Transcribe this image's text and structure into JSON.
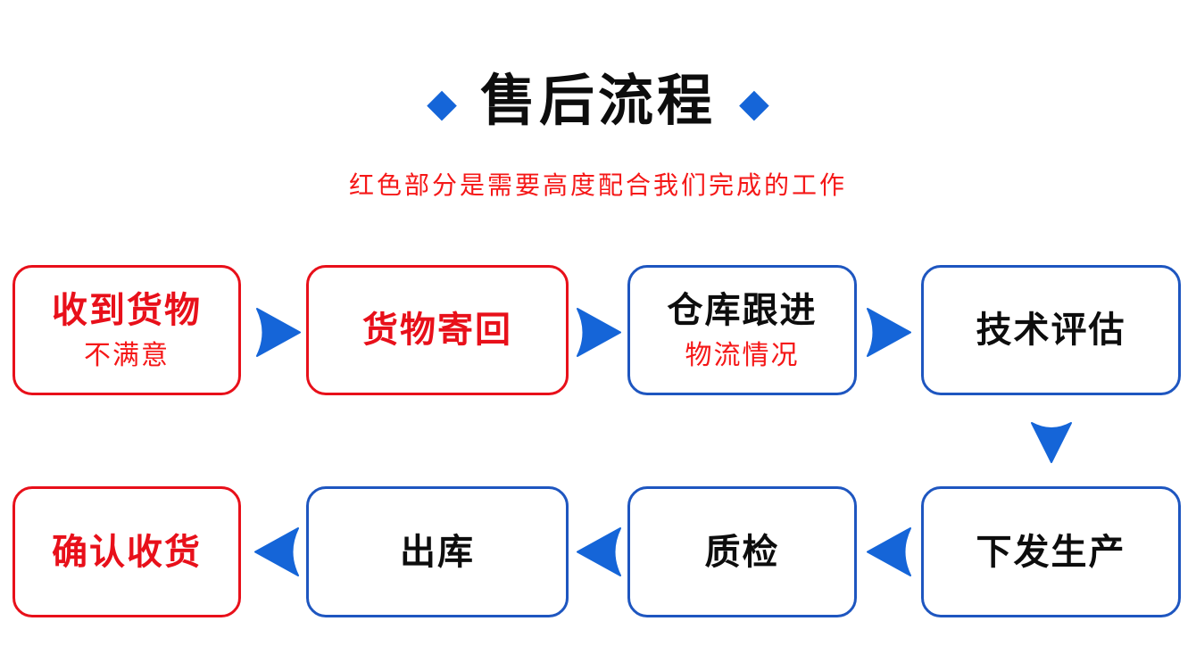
{
  "header": {
    "title": "售后流程",
    "subtitle": "红色部分是需要高度配合我们完成的工作",
    "diamond_icon": "◆"
  },
  "colors": {
    "arrow_blue": "#1565d8",
    "box_border_blue": "#1e56c0",
    "red": "#e8101a",
    "subtitle_red": "#f51717",
    "text_black": "#0d0d0d"
  },
  "legend_note": "red boxes = steps requiring customer cooperation",
  "flow": {
    "step_receive": {
      "title": "收到货物",
      "subtitle": "不满意"
    },
    "step_return": {
      "title": "货物寄回"
    },
    "step_warehouse": {
      "title": "仓库跟进",
      "subtitle": "物流情况"
    },
    "step_assess": {
      "title": "技术评估"
    },
    "step_production": {
      "title": "下发生产"
    },
    "step_qc": {
      "title": "质检"
    },
    "step_outbound": {
      "title": "出库"
    },
    "step_confirm": {
      "title": "确认收货"
    }
  },
  "icons": {
    "arrow_right": "chevron-right",
    "arrow_left": "chevron-left",
    "arrow_down": "chevron-down"
  }
}
